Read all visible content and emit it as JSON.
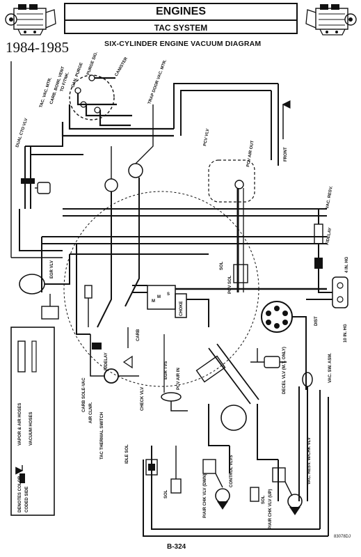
{
  "header": {
    "section": "ENGINES",
    "subsection": "TAC SYSTEM"
  },
  "years": "1984-1985",
  "diagram_title": "SIX-CYLINDER ENGINE VACUUM DIAGRAM",
  "labels": {
    "canister": "CANISTER",
    "purge_sig": "PURGE SIG.",
    "can_purge": "CAN. PURGE",
    "to_f_tnk": "TO F/TNK.",
    "carb_bowl_vent": "CARB. BOWL VENT",
    "tac_vac_mtr": "TAC. VAC. MTR.",
    "dual_cto_vlv": "DUAL CTO VLV",
    "trap_door_vac_mtr": "TRAP DOOR VAC. MTR.",
    "pcv_vlv": "PCV VLV",
    "pcv_air_out": "PCV AIR OUT",
    "front": "FRONT",
    "vac_resv_top": "VAC. RESV.",
    "f_delay": "F/DELAY",
    "four_in_hg": "4 IN. HG",
    "ten_in_hg": "10 IN. HG",
    "egr_vlv": "EGR VLV",
    "sol": "SOL",
    "pcv_sol": "PCV SOL",
    "choke": "CHOKE",
    "dist": "DIST",
    "vac_sw_asm": "VAC. SW. ASM.",
    "decel_vlv": "DECEL VLV (M.T. ONLY)",
    "carb": "CARB",
    "r_delay": "R/DELAY",
    "egr_tvs": "EGR TVS",
    "pcv_air_in": "PCV AIR IN",
    "check_vlv": "CHECK VLV",
    "carb_sole_vac": "CARB SOLE-VAC",
    "air_clnr": "AIR CLNR.",
    "tac_thermal_switch": "TAC THERMAL SWITCH",
    "idle_sol": "IDLE SOL",
    "sol_lower": "SOL",
    "control_vlvs": "CONTROL VLVS",
    "p_air_chk_vlv_dwn": "P/AIR CHK VLV (DWN)",
    "vac_resv_w_chk": "VAC. RESV. W/CHK VLV",
    "sol_right": "SOL",
    "p_air_chk_vlv_up": "P/AIR CHK VLV (UP)",
    "m": "M",
    "s": "S"
  },
  "legend": {
    "vapor_air_hoses": "VAPOR & AIR HOSES",
    "vacuum_hoses": "VACUUM HOSES",
    "denotes_color": "DENOTES COLOR",
    "coded_side": "CODED SIDE"
  },
  "footer": {
    "page": "B-324",
    "code": "83078DJ"
  }
}
